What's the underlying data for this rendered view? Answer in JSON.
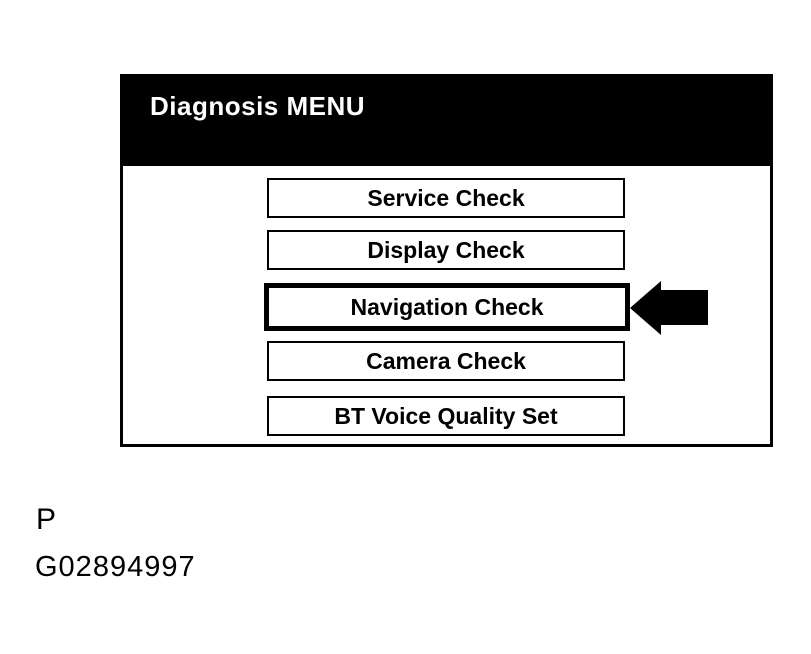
{
  "figure": {
    "caption_letter": "P",
    "figure_id": "G02894997"
  },
  "screen": {
    "title": "Diagnosis MENU",
    "buttons": [
      {
        "label": "Service Check",
        "selected": false
      },
      {
        "label": "Display Check",
        "selected": false
      },
      {
        "label": "Navigation Check",
        "selected": true
      },
      {
        "label": "Camera Check",
        "selected": false
      },
      {
        "label": "BT Voice Quality Set",
        "selected": false
      }
    ],
    "pointer": "arrow-left-icon",
    "colors": {
      "header_bg": "#000000",
      "header_text": "#ffffff",
      "border": "#000000",
      "background": "#ffffff",
      "arrow": "#000000"
    }
  }
}
